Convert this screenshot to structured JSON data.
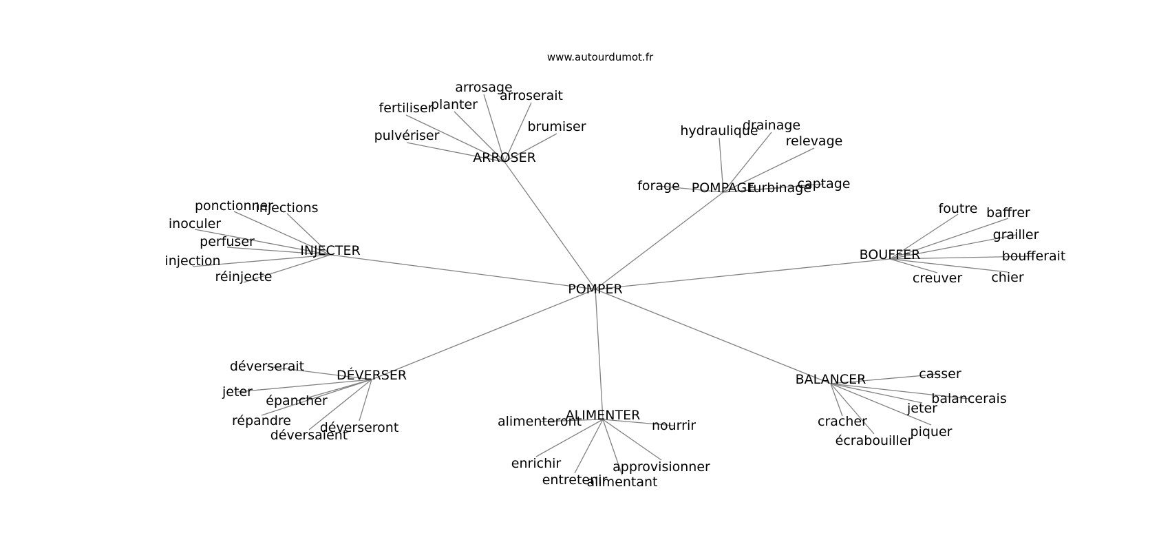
{
  "site": "www.autourdumot.fr",
  "root": {
    "label": "POMPER"
  },
  "hubs": [
    {
      "id": "arroser",
      "label": "ARROSER",
      "leaves": [
        "arrosage",
        "arroserait",
        "planter",
        "fertiliser",
        "brumiser",
        "pulvériser"
      ]
    },
    {
      "id": "pompage",
      "label": "POMPAGE",
      "leaves": [
        "hydraulique",
        "drainage",
        "relevage",
        "forage",
        "turbinage",
        "captage"
      ]
    },
    {
      "id": "injecter",
      "label": "INJECTER",
      "leaves": [
        "ponctionner",
        "injections",
        "inoculer",
        "perfuser",
        "injection",
        "réinjecte"
      ]
    },
    {
      "id": "bouffer",
      "label": "BOUFFER",
      "leaves": [
        "foutre",
        "baffrer",
        "grailler",
        "boufferait",
        "creuver",
        "chier"
      ]
    },
    {
      "id": "deverser",
      "label": "DÉVERSER",
      "leaves": [
        "déverserait",
        "jeter",
        "épancher",
        "répandre",
        "déversaient",
        "déverseront"
      ]
    },
    {
      "id": "alimenter",
      "label": "ALIMENTER",
      "leaves": [
        "alimenteront",
        "nourrir",
        "enrichir",
        "approvisionner",
        "entretenir",
        "alimentant"
      ]
    },
    {
      "id": "balancer",
      "label": "BALANCER",
      "leaves": [
        "casser",
        "balancerais",
        "jeter",
        "cracher",
        "piquer",
        "écrabouiller"
      ]
    }
  ]
}
